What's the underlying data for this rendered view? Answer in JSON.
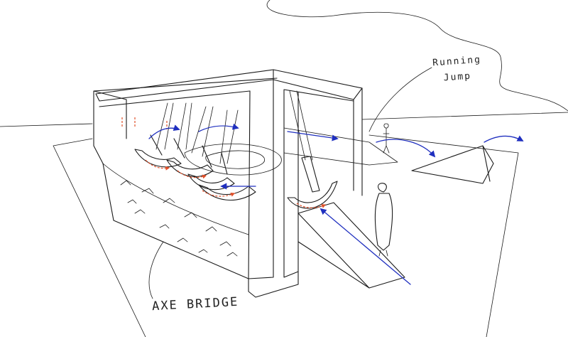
{
  "labels": {
    "running_jump_line1": "Running",
    "running_jump_line2": "Jump",
    "axe_bridge": "AXE BRIDGE"
  },
  "colors": {
    "ink": "#1a1a1a",
    "motion_arrow": "#1f2fbf",
    "swing_arrow": "#e0502a",
    "background": "#ffffff"
  },
  "icons": {
    "motion_arrow": "blue-arrow-icon",
    "swing_arc": "red-swing-arrow-icon",
    "person": "person-figure-icon"
  }
}
